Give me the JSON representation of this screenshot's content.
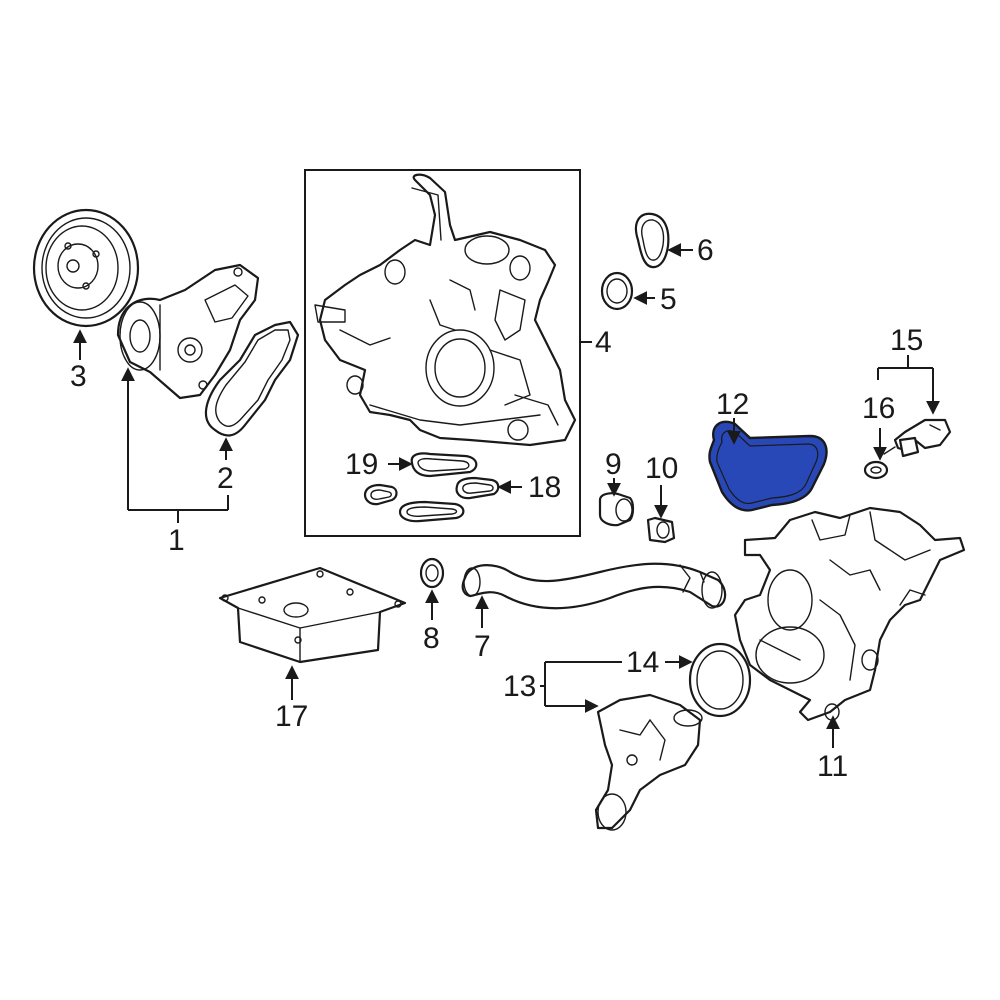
{
  "diagram": {
    "highlight_color": "#2948b8",
    "callouts": {
      "c1": "1",
      "c2": "2",
      "c3": "3",
      "c4": "4",
      "c5": "5",
      "c6": "6",
      "c7": "7",
      "c8": "8",
      "c9": "9",
      "c10": "10",
      "c11": "11",
      "c12": "12",
      "c13": "13",
      "c14": "14",
      "c15": "15",
      "c16": "16",
      "c17": "17",
      "c18": "18",
      "c19": "19"
    }
  }
}
